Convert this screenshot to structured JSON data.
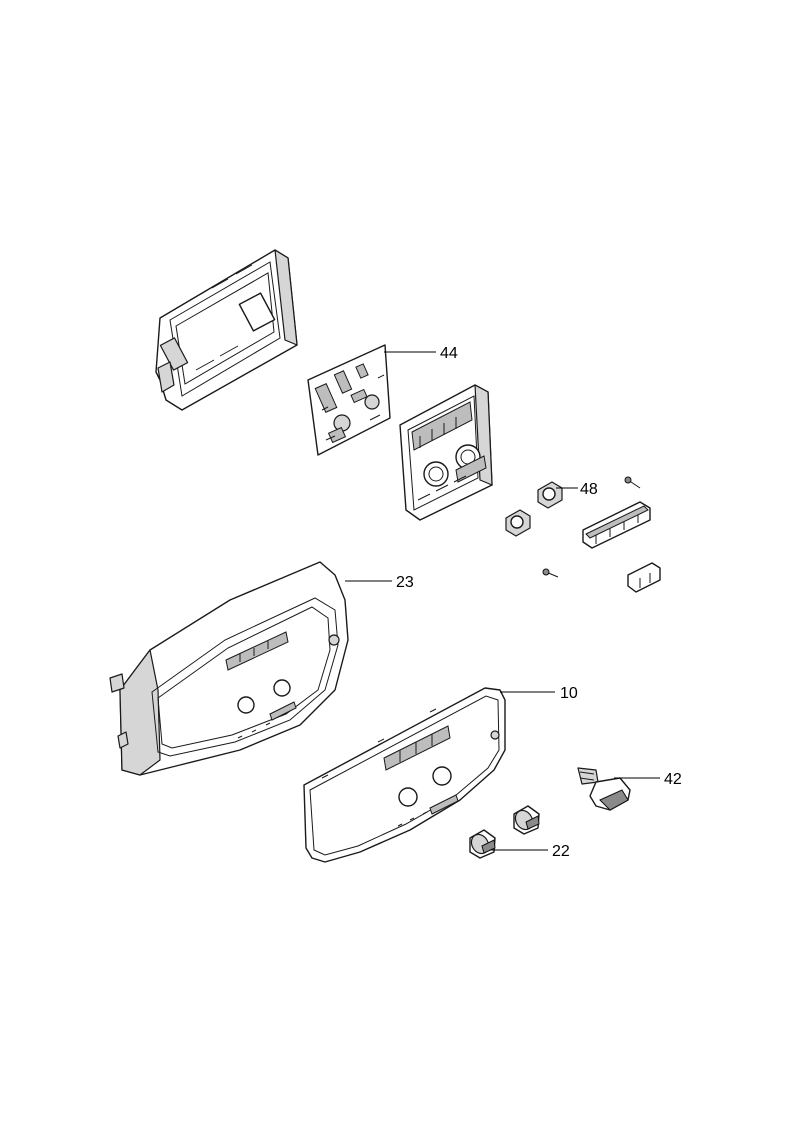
{
  "callouts": [
    {
      "id": "44",
      "label": "44"
    },
    {
      "id": "48",
      "label": "48"
    },
    {
      "id": "23",
      "label": "23"
    },
    {
      "id": "10",
      "label": "10"
    },
    {
      "id": "42",
      "label": "42"
    },
    {
      "id": "22",
      "label": "22"
    }
  ]
}
